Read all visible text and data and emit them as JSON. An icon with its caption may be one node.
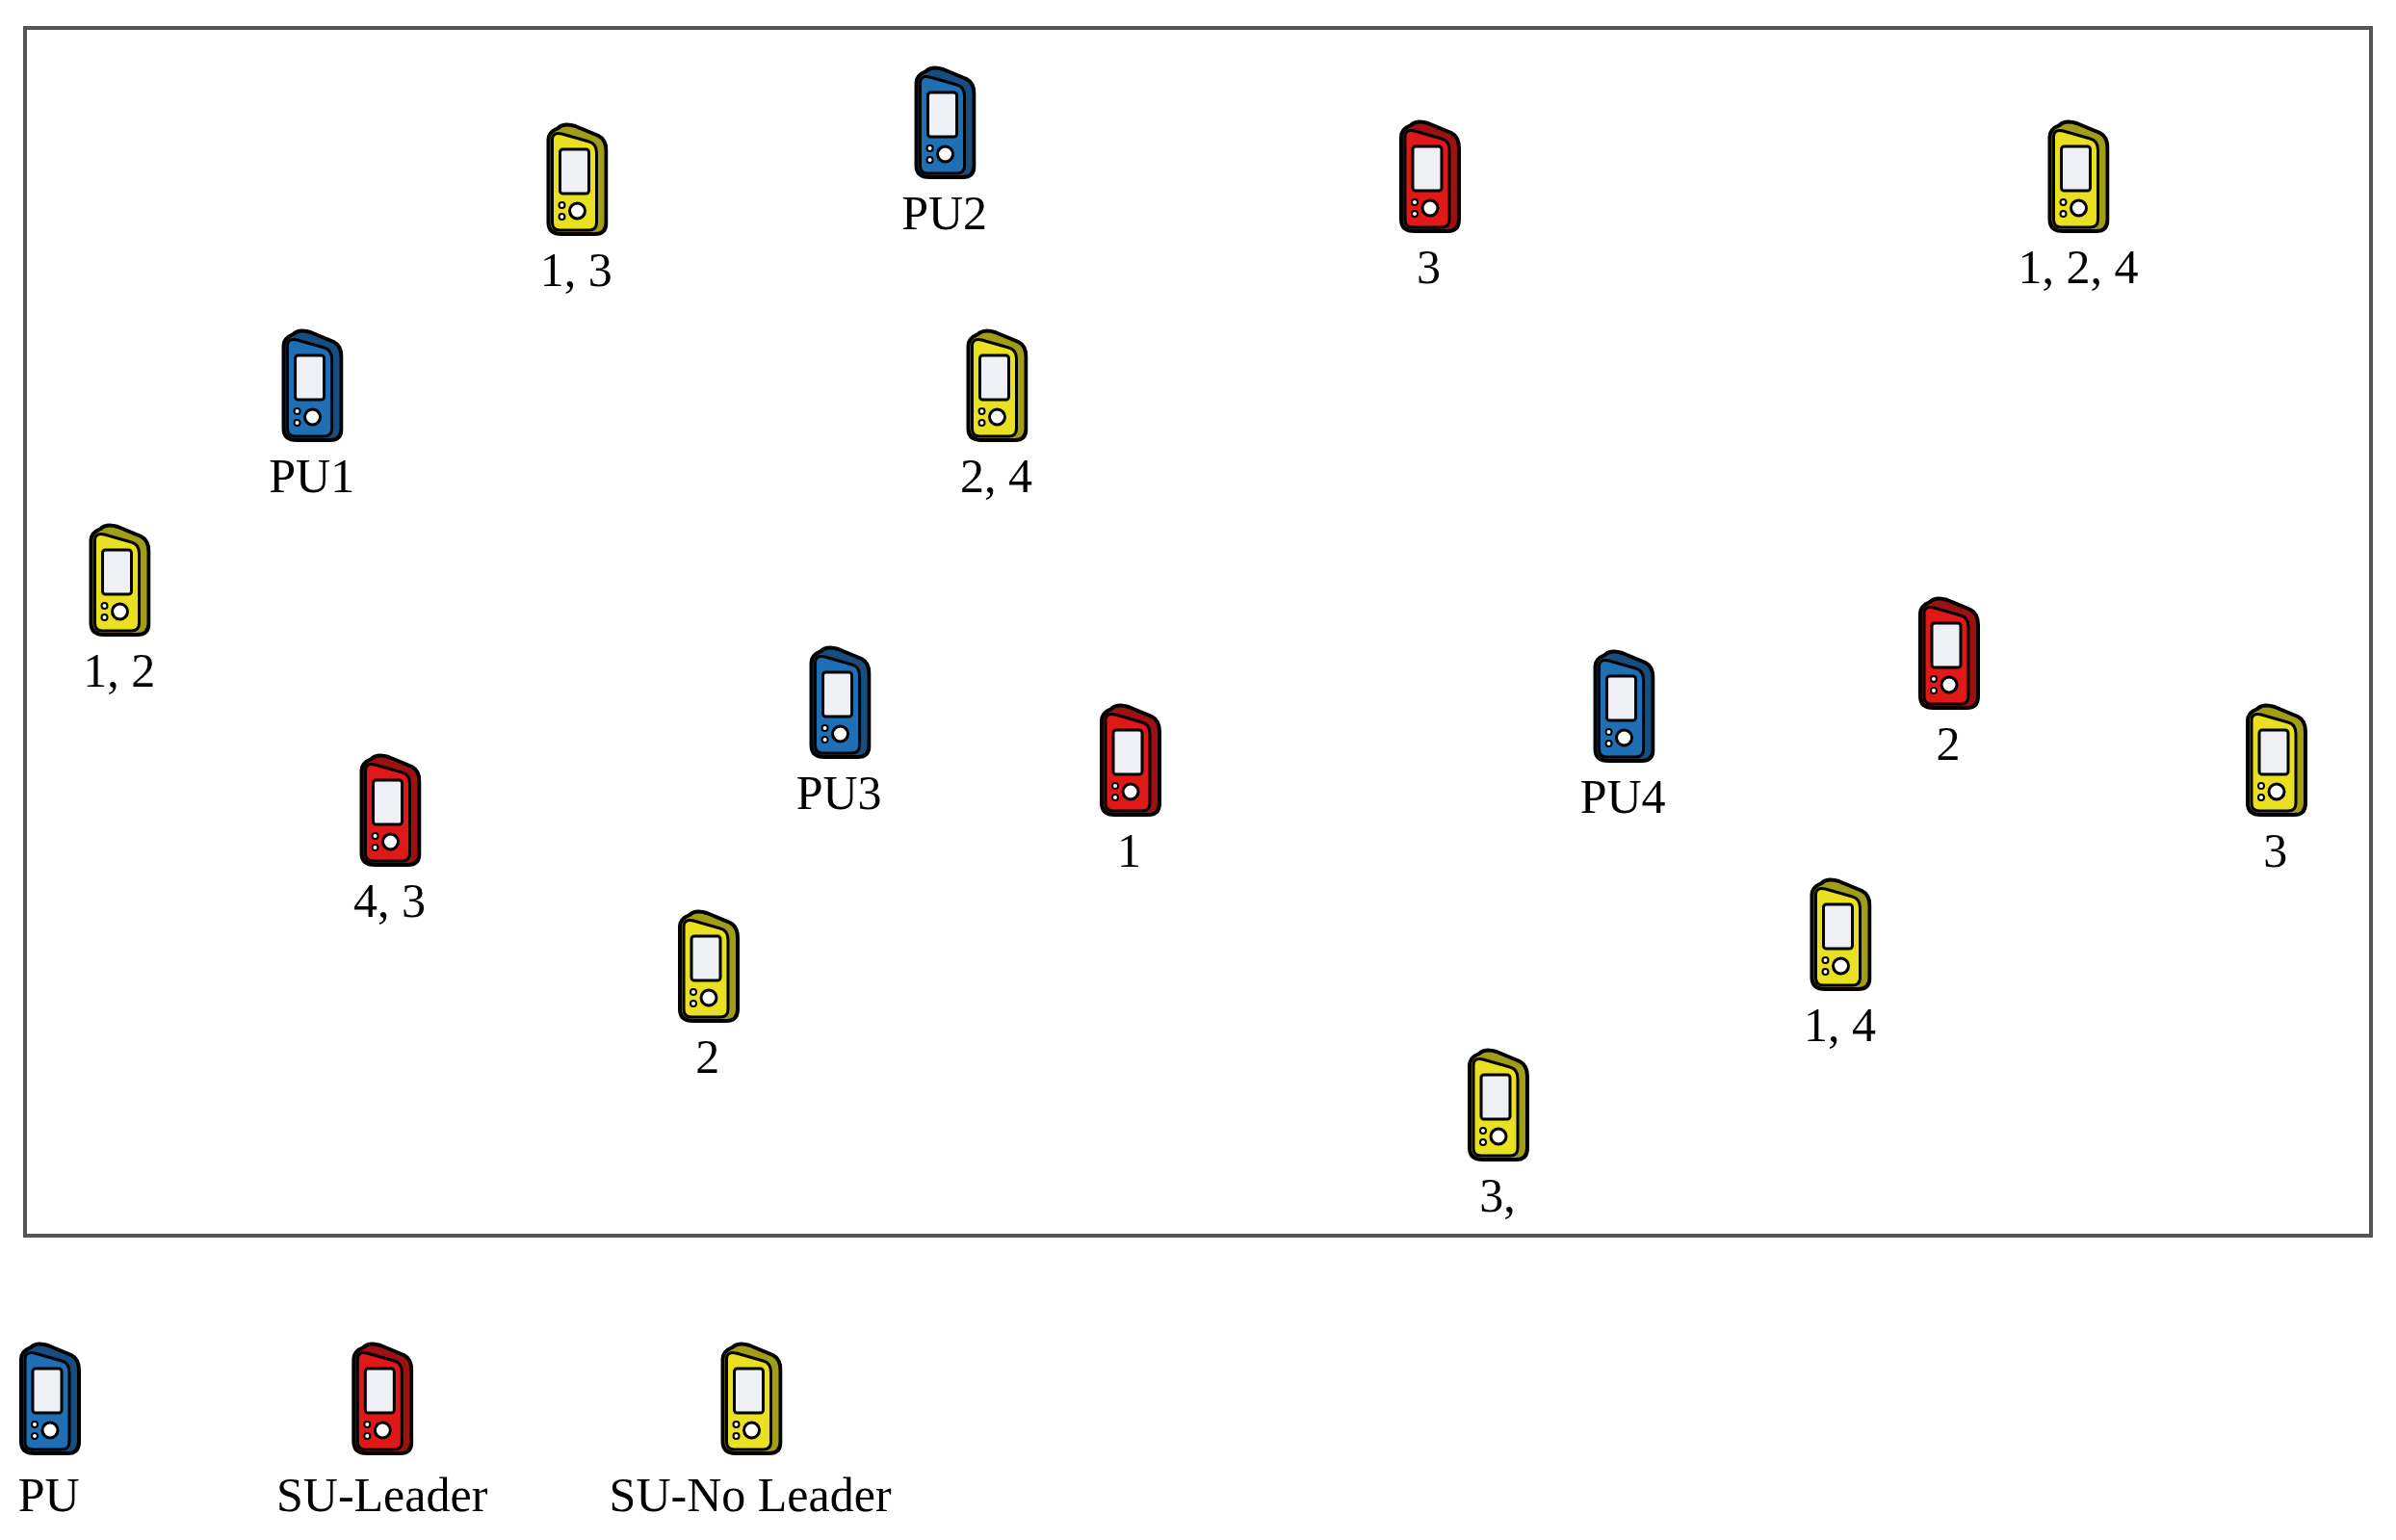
{
  "diagram": {
    "nodes": [
      {
        "text": [],
        "shape": "box"
      },
      {
        "text": [
          "1, 3"
        ],
        "in": 0
      },
      {
        "text": [
          "PU2"
        ],
        "in": 0
      },
      {
        "text": [
          "3"
        ],
        "in": 0
      },
      {
        "text": [
          "1, 2, 4"
        ],
        "in": 0
      },
      {
        "text": [
          "PU1"
        ],
        "in": 0
      },
      {
        "text": [
          "2, 4"
        ],
        "in": 0
      },
      {
        "text": [
          "1, 2"
        ],
        "in": 0
      },
      {
        "text": [
          "2"
        ],
        "in": 0
      },
      {
        "text": [
          "PU3"
        ],
        "in": 0
      },
      {
        "text": [
          "PU4"
        ],
        "in": 0
      },
      {
        "text": [
          "1"
        ],
        "in": 0
      },
      {
        "text": [
          "3"
        ],
        "in": 0
      },
      {
        "text": [
          "4, 3"
        ],
        "in": 0
      },
      {
        "text": [
          "1, 4"
        ],
        "in": 0
      },
      {
        "text": [
          "2"
        ],
        "in": 0
      },
      {
        "text": [
          "3,"
        ],
        "in": 0
      }
    ],
    "legend": [
      {
        "text": "PU",
        "color": "#1f6fb5"
      },
      {
        "text": "SU-Leader",
        "color": "#e01818"
      },
      {
        "text": "SU-No Leader",
        "color": "#e8e020"
      }
    ]
  }
}
